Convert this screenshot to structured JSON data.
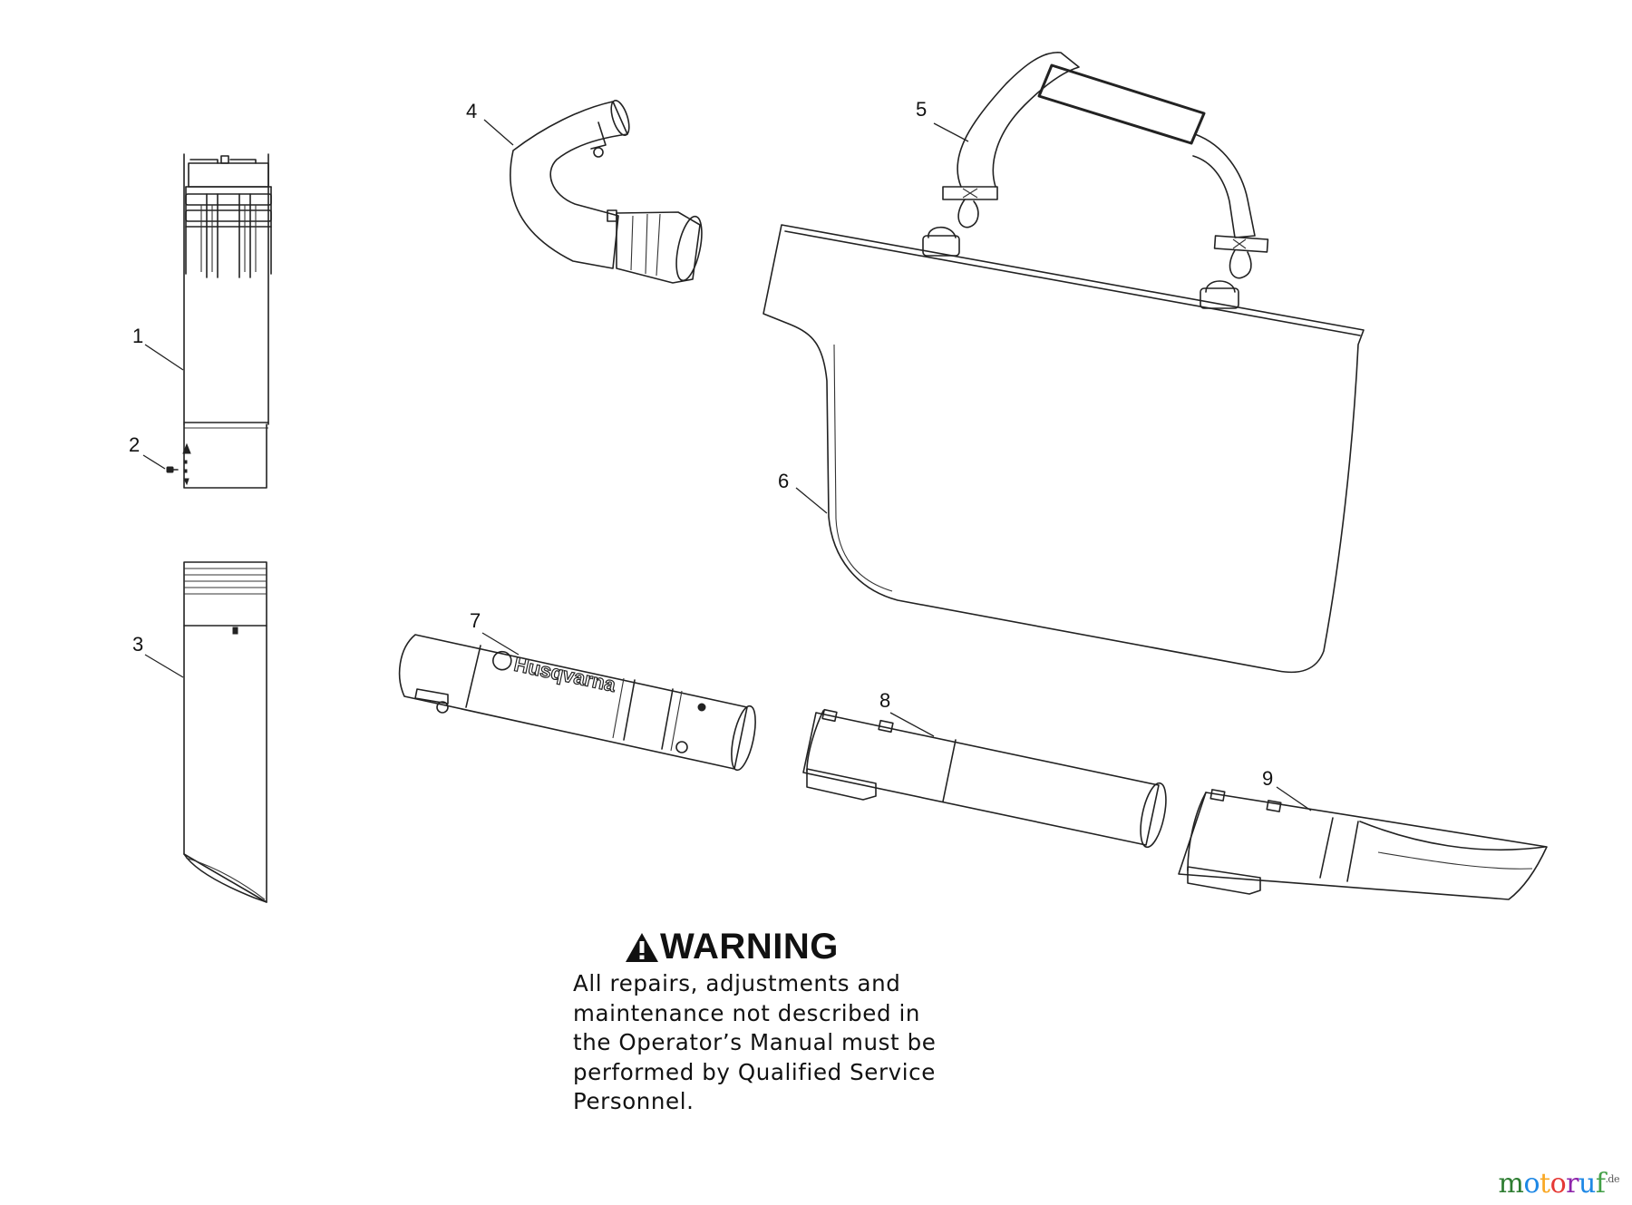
{
  "callouts": {
    "c1": "1",
    "c2": "2",
    "c3": "3",
    "c4": "4",
    "c5": "5",
    "c6": "6",
    "c7": "7",
    "c8": "8",
    "c9": "9"
  },
  "brand_text": "Husqvarna",
  "warning": {
    "title": "WARNING",
    "lines": [
      "All repairs, adjustments and",
      "maintenance not described in",
      "the Operator’s Manual must be",
      "performed by Qualified Service",
      "Personnel."
    ]
  },
  "watermark": {
    "letters": [
      "m",
      "o",
      "t",
      "o",
      "r",
      "u",
      "f"
    ],
    "colors": [
      "#2e7d32",
      "#1e88e5",
      "#f9a825",
      "#e53935",
      "#8e24aa",
      "#1e88e5",
      "#43a047"
    ],
    "suffix": ".de"
  }
}
